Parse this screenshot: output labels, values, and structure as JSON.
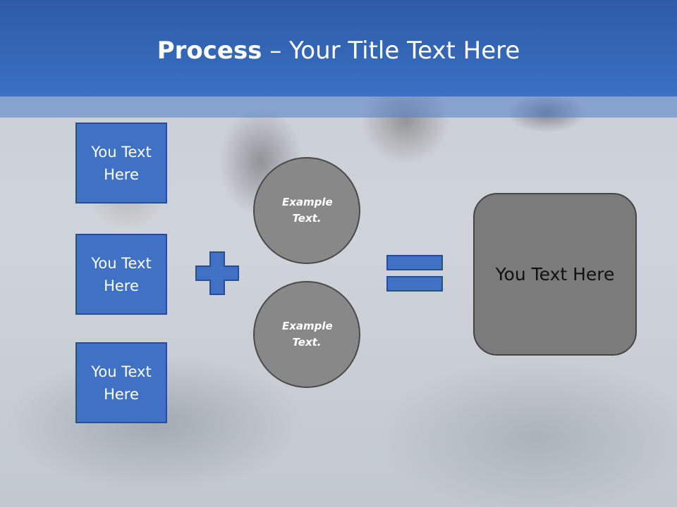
{
  "slide": {
    "title_bold": "Process",
    "title_rest": " – Your Title Text Here"
  },
  "left_boxes": [
    {
      "text": "You Text Here"
    },
    {
      "text": "You Text Here"
    },
    {
      "text": "You Text Here"
    }
  ],
  "circles": [
    {
      "text": "Example Text."
    },
    {
      "text": "Example Text."
    }
  ],
  "result_box": {
    "text": "You Text Here"
  },
  "colors": {
    "header": "#3b70c4",
    "box_fill": "#3f72c4",
    "circle_fill": "#888888",
    "result_fill": "#7b7b7b"
  },
  "icons": {
    "operator_1": "plus-icon",
    "operator_2": "equals-icon"
  }
}
